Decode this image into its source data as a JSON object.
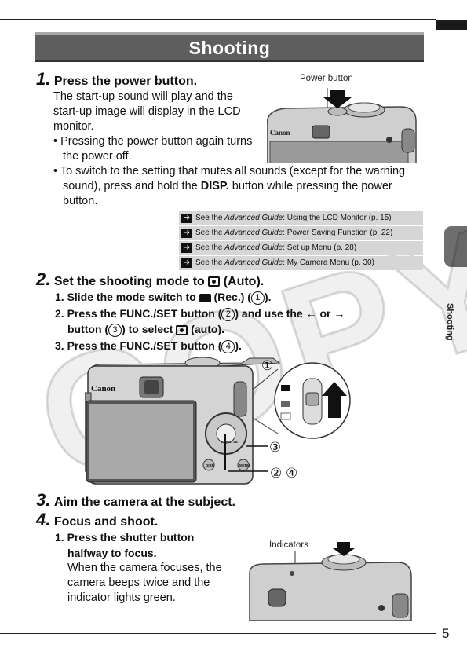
{
  "page": {
    "title": "Shooting",
    "side_tab": "Shooting",
    "page_number": "5",
    "watermark": "COPY"
  },
  "step1": {
    "num": "1.",
    "title": "Press the power button.",
    "body": "The start-up sound will play and the start-up image will display in the LCD monitor.",
    "bullet1": "• Pressing the power button again turns the power off.",
    "bullet2_a": "• To switch to the setting that mutes all sounds (except for the warning sound), press and hold the ",
    "bullet2_bold": "DISP.",
    "bullet2_b": " button while pressing the power button.",
    "image_caption": "Power button"
  },
  "references": [
    {
      "arrow": "➔",
      "prefix": "See the ",
      "guide": "Advanced Guide",
      "text": ": Using the LCD Monitor (p. 15)"
    },
    {
      "arrow": "➔",
      "prefix": "See the ",
      "guide": "Advanced Guide",
      "text": ": Power Saving Function (p. 22)"
    },
    {
      "arrow": "➔",
      "prefix": "See the ",
      "guide": "Advanced Guide",
      "text": ": Set up Menu (p. 28)"
    },
    {
      "arrow": "➔",
      "prefix": "See the ",
      "guide": "Advanced Guide",
      "text": ": My Camera Menu (p. 30)"
    }
  ],
  "step2": {
    "num": "2.",
    "title_a": "Set the shooting mode to ",
    "title_b": " (Auto).",
    "sub1_a": "1. Slide the mode switch to ",
    "sub1_b": " (Rec.) (",
    "sub1_c": ").",
    "sub1_circle": "1",
    "sub2_a": "2. Press the FUNC./SET button (",
    "sub2_circle": "2",
    "sub2_b": ") and use the ",
    "sub2_or": " or ",
    "sub2_left_arrow": "←",
    "sub2_right_arrow": "→",
    "sub2_c": "button (",
    "sub2_circle2": "3",
    "sub2_d": ") to select ",
    "sub2_e": " (auto).",
    "sub3_a": "3. Press the FUNC./SET button (",
    "sub3_circle": "4",
    "sub3_b": ").",
    "callout_1": "①",
    "callout_3": "③",
    "callout_24": "② ④",
    "camera_brand": "Canon",
    "func_label": "FUNC. SET",
    "disp_label": "DISP.",
    "menu_label": "MENU"
  },
  "step3": {
    "num": "3.",
    "title": "Aim the camera at the subject."
  },
  "step4": {
    "num": "4.",
    "title": "Focus and shoot.",
    "sub1_title": "1. Press the shutter button halfway to focus.",
    "sub1_body": "When the camera focuses, the camera beeps twice and the indicator lights green.",
    "image_caption": "Indicators"
  }
}
